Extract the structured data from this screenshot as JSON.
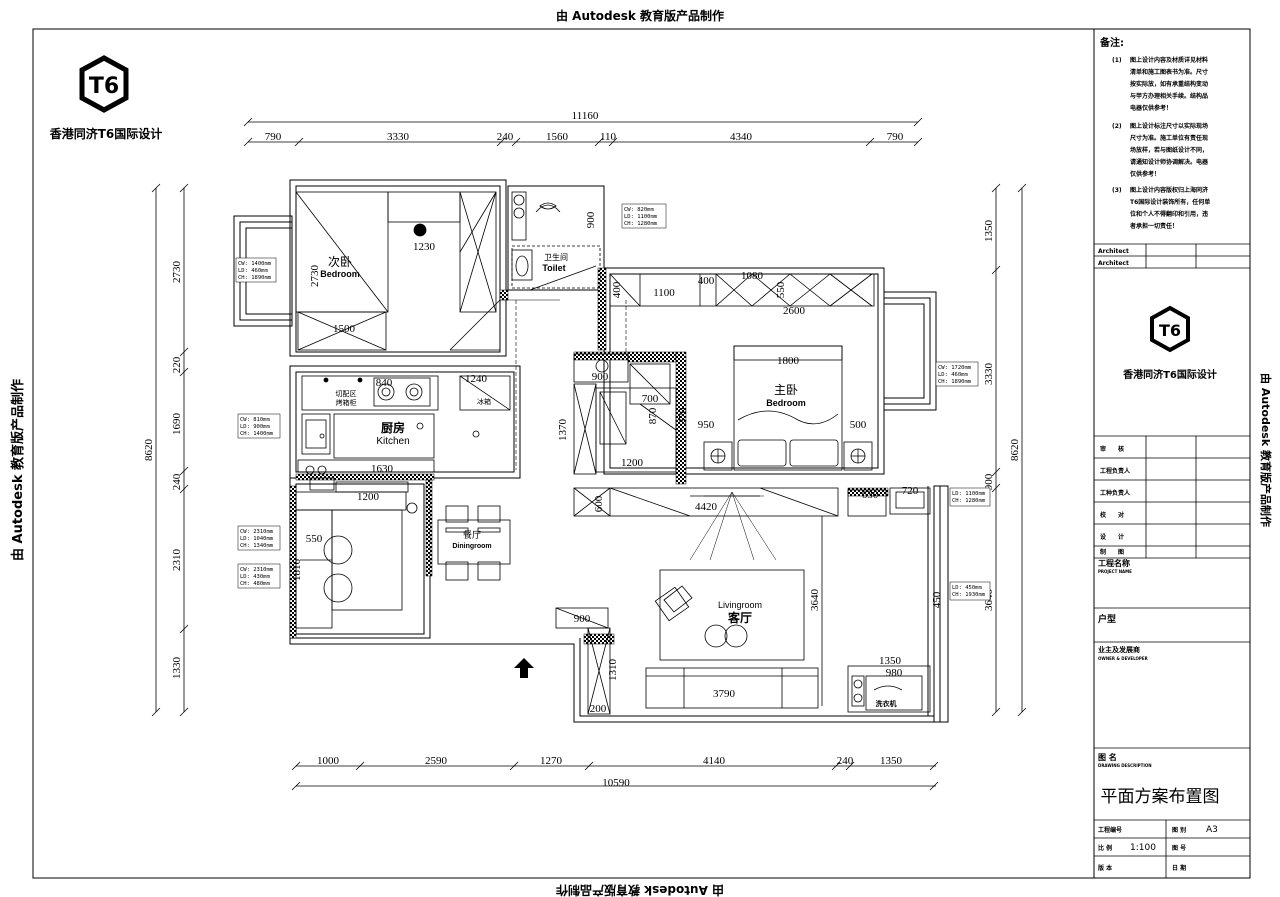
{
  "watermark": {
    "top": "由 Autodesk 教育版产品制作",
    "bottom": "由 Autodesk 教育版产品制作",
    "left": "由 Autodesk 教育版产品制作",
    "right": "由 Autodesk 教育版产品制作"
  },
  "logo": {
    "mark": "T6",
    "company": "香港同济T6国际设计"
  },
  "dims_top": {
    "total": "11160",
    "segments": [
      "790",
      "3330",
      "240",
      "1560",
      "110",
      "4340",
      "790"
    ]
  },
  "dims_bottom": {
    "total": "10590",
    "segments": [
      "1000",
      "2590",
      "1270",
      "4140",
      "240",
      "1350"
    ]
  },
  "dims_left": {
    "total": "8620",
    "segments": [
      "2730",
      "220",
      "1690",
      "240",
      "2310",
      "1330"
    ]
  },
  "dims_right": {
    "total": "8620",
    "segments": [
      "1350",
      "3330",
      "900",
      "3640"
    ]
  },
  "rooms": {
    "bedroom2_cn": "次卧",
    "bedroom2_en": "Bedroom",
    "toilet_cn": "卫生间",
    "toilet_en": "Toilet",
    "kitchen_cn": "厨房",
    "kitchen_en": "Kitchen",
    "master_cn": "主卧",
    "master_en": "Bedroom",
    "dining_cn": "餐厅",
    "dining_en": "Diningroom",
    "living_cn": "客厅",
    "living_en": "Livingroom",
    "laundry": "洗衣机",
    "cutting": "切配区",
    "oven": "烤箱柜",
    "fridge": "冰箱"
  },
  "inner_dims": {
    "d1230": "1230",
    "d1500": "1500",
    "d2730": "2730",
    "d900a": "900",
    "d1100": "1100",
    "d400": "400",
    "d1080": "1080",
    "d550a": "550",
    "d2600": "2600",
    "d1800": "1800",
    "d500": "500",
    "d950": "950",
    "d700": "700",
    "d870": "870",
    "d370": "370",
    "d1370": "1370",
    "d1200": "1200",
    "d1630": "1630",
    "d1240": "1240",
    "d840": "840",
    "d1200b": "1200",
    "d400b": "400",
    "d550b": "550",
    "d1816": "1816",
    "d600": "600",
    "d3640": "3640",
    "d4420": "4420",
    "d630": "630",
    "d720": "720",
    "d3790": "3790",
    "d1350": "1350",
    "d980": "980",
    "d1310": "1310",
    "d200": "200",
    "d900b": "900",
    "d450": "450",
    "d900c": "900"
  },
  "window_notes": [
    [
      "CW: 1400mm",
      "LD: 460mm",
      "CH: 1890mm"
    ],
    [
      "CW: 820mm",
      "LD: 1100mm",
      "CH: 1280mm"
    ],
    [
      "CW: 1720mm",
      "LD: 460mm",
      "CH: 1890mm"
    ],
    [
      "CW: 810mm",
      "LD: 900mm",
      "CH: 1400mm"
    ],
    [
      "CW: 2310mm",
      "LD: 1040mm",
      "CH: 1340mm"
    ],
    [
      "CW: 2310mm",
      "LD: 430mm",
      "CH: 480mm"
    ],
    [
      "LD: 1100mm",
      "CH: 1280mm"
    ],
    [
      "LD: 450mm",
      "CH: 1930mm"
    ]
  ],
  "notes": {
    "title": "备注:",
    "items": [
      {
        "num": "(1)",
        "lines": [
          "图上设计内容及材质详见材料",
          "清单和施工图表书为准。尺寸",
          "按实际放，如有承重结构变动",
          "与甲方办理相关手续。结构品",
          "电器仅供参考！"
        ]
      },
      {
        "num": "(2)",
        "lines": [
          "图上设计标注尺寸以实际现场",
          "尺寸为准。施工单位有责任现",
          "场放样，若与图纸设计不同，",
          "请通知设计师协调解决。电器",
          "仅供参考！"
        ]
      },
      {
        "num": "(3)",
        "lines": [
          "图上设计内容版权归上海同济",
          "T6国际设计装饰所有，任何单",
          "位和个人不得翻印和引用，违",
          "者承担一切责任！"
        ]
      }
    ]
  },
  "title_block": {
    "architect1": "Architect",
    "architect2": "Architect",
    "rows": [
      "审　　核",
      "工程负责人",
      "工种负责人",
      "校　　对",
      "设　　计",
      "制　　图"
    ],
    "project_title": "工程名称",
    "project_sub": "PROJECT NAME",
    "house_type": "户型",
    "owner": "业主及发展商",
    "owner_sub": "OWNER & DEVELOPER",
    "drawing_title": "图 名",
    "drawing_sub": "DRAWING DESCRIPTION",
    "drawing_name": "平面方案布置图",
    "proj_no": "工程编号",
    "sheet": "图 别",
    "sheet_val": "A3",
    "scale": "比 例",
    "scale_val": "1:100",
    "drawing_no": "图 号",
    "version": "版 本",
    "date": "日 期"
  }
}
